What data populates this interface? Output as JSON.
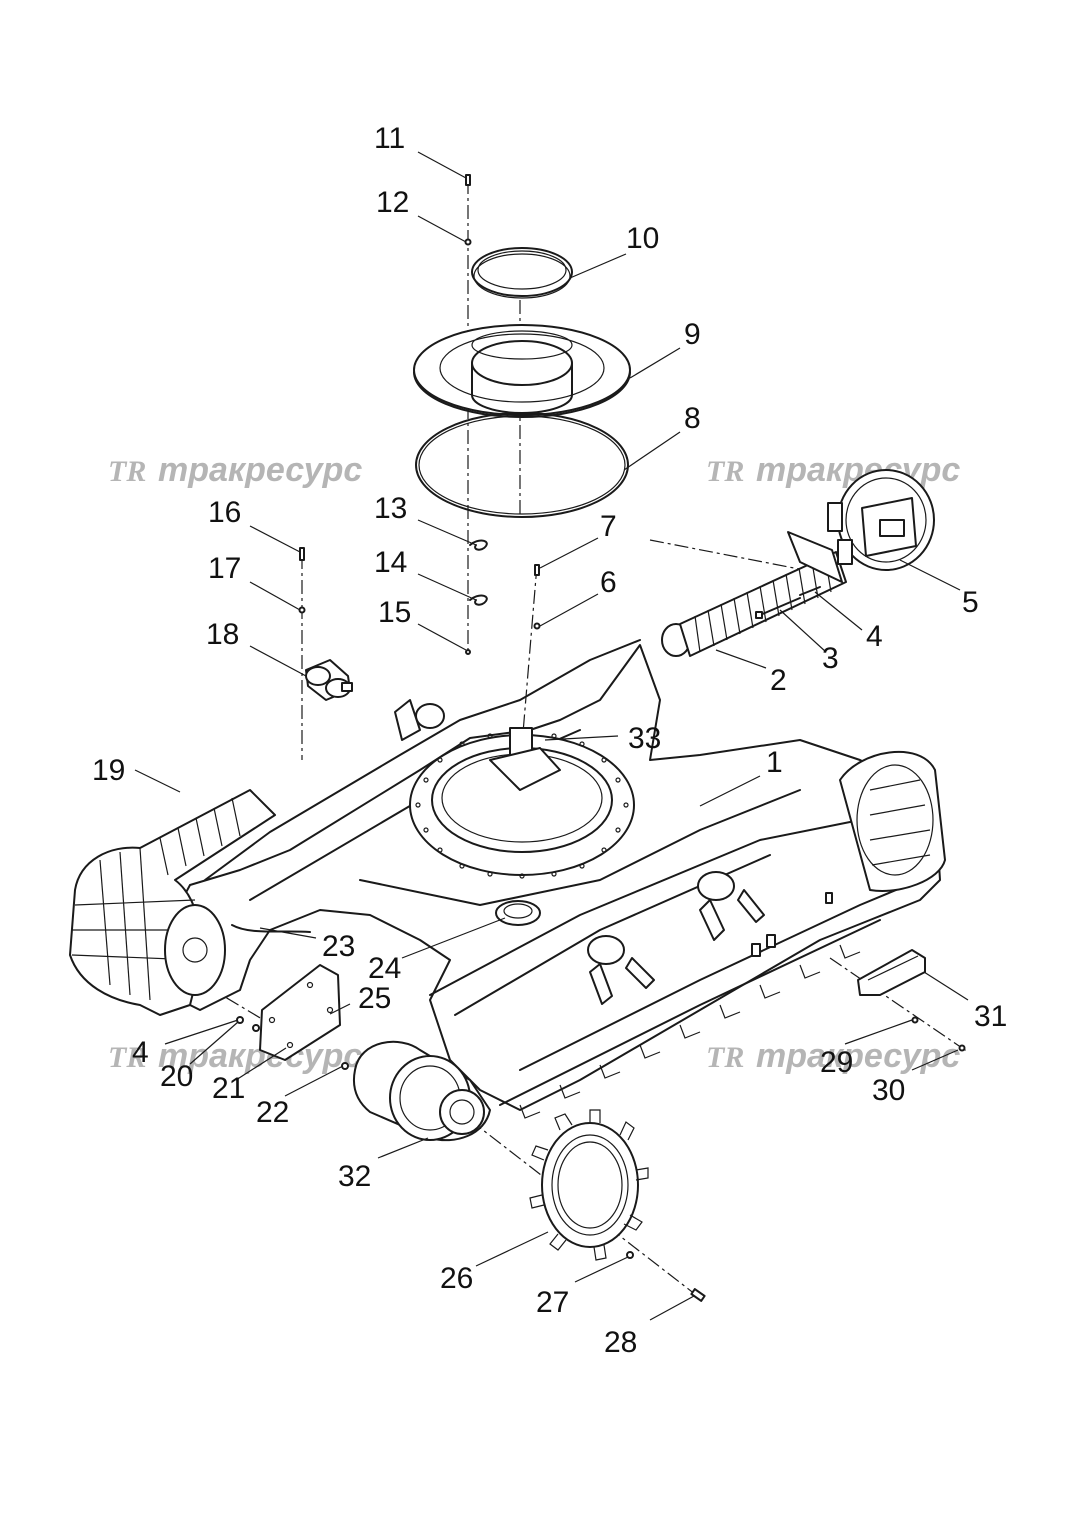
{
  "watermarks": [
    {
      "logo": "TR",
      "text": "тракресурс"
    },
    {
      "logo": "TR",
      "text": "тракресурс"
    },
    {
      "logo": "TR",
      "text": "тракресурс"
    },
    {
      "logo": "TR",
      "text": "тракресурс"
    }
  ],
  "callouts": [
    "1",
    "2",
    "3",
    "4",
    "5",
    "6",
    "7",
    "8",
    "9",
    "10",
    "11",
    "12",
    "13",
    "14",
    "15",
    "16",
    "17",
    "18",
    "19",
    "20",
    "21",
    "22",
    "23",
    "24",
    "25",
    "26",
    "27",
    "28",
    "29",
    "30",
    "31",
    "32",
    "33",
    "4"
  ]
}
